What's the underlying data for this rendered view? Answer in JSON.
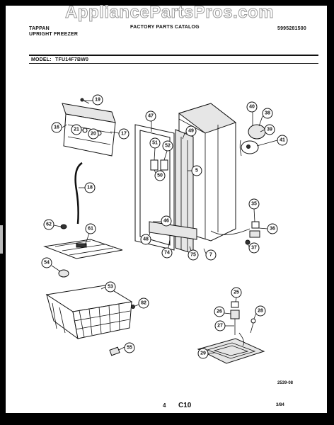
{
  "watermark": "AppliancePartsPros.com",
  "header": {
    "brand": "TAPPAN",
    "product": "UPRIGHT FREEZER",
    "catalog": "FACTORY PARTS CATALOG",
    "doc_number": "5995281500"
  },
  "model": {
    "label": "MODEL:",
    "value": "TFU14F7BW0"
  },
  "callouts": [
    "19",
    "16",
    "21",
    "20",
    "17",
    "47",
    "49",
    "51",
    "52",
    "50",
    "5",
    "48",
    "46",
    "74",
    "75",
    "7",
    "40",
    "38",
    "39",
    "41",
    "35",
    "36",
    "37",
    "18",
    "62",
    "61",
    "54",
    "53",
    "82",
    "55",
    "25",
    "26",
    "28",
    "27",
    "29"
  ],
  "footer": {
    "drawing_no": "2539-08",
    "page": "4",
    "section": "C10",
    "date": "3/84"
  },
  "colors": {
    "page_bg": "#000000",
    "sheet": "#ffffff",
    "ink": "#111111",
    "watermark_outline": "#9a9a9a"
  }
}
